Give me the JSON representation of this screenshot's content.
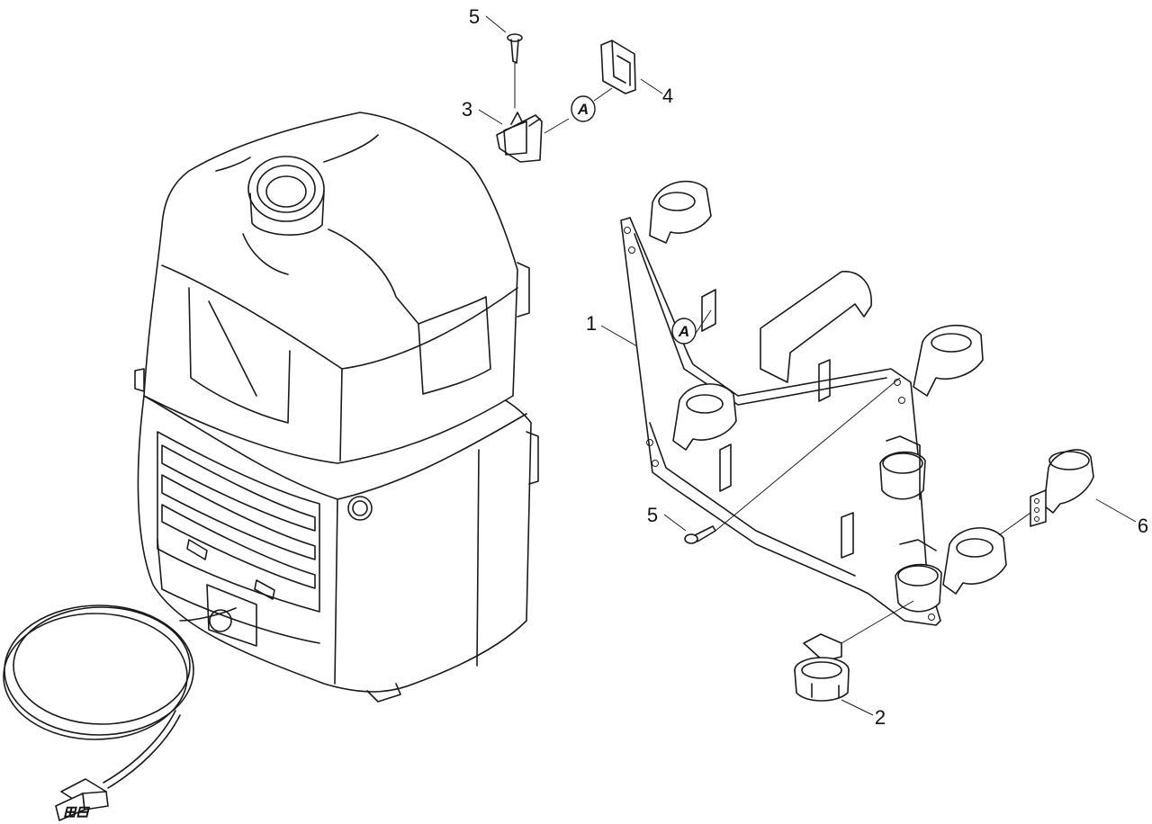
{
  "callouts": {
    "label_1": "1",
    "label_2": "2",
    "label_3": "3",
    "label_4": "4",
    "label_5_top": "5",
    "label_5_mid": "5",
    "label_6": "6"
  },
  "references": {
    "ref_a_top": "A",
    "ref_a_bracket": "A"
  },
  "plug_marking": "⊞⊟"
}
